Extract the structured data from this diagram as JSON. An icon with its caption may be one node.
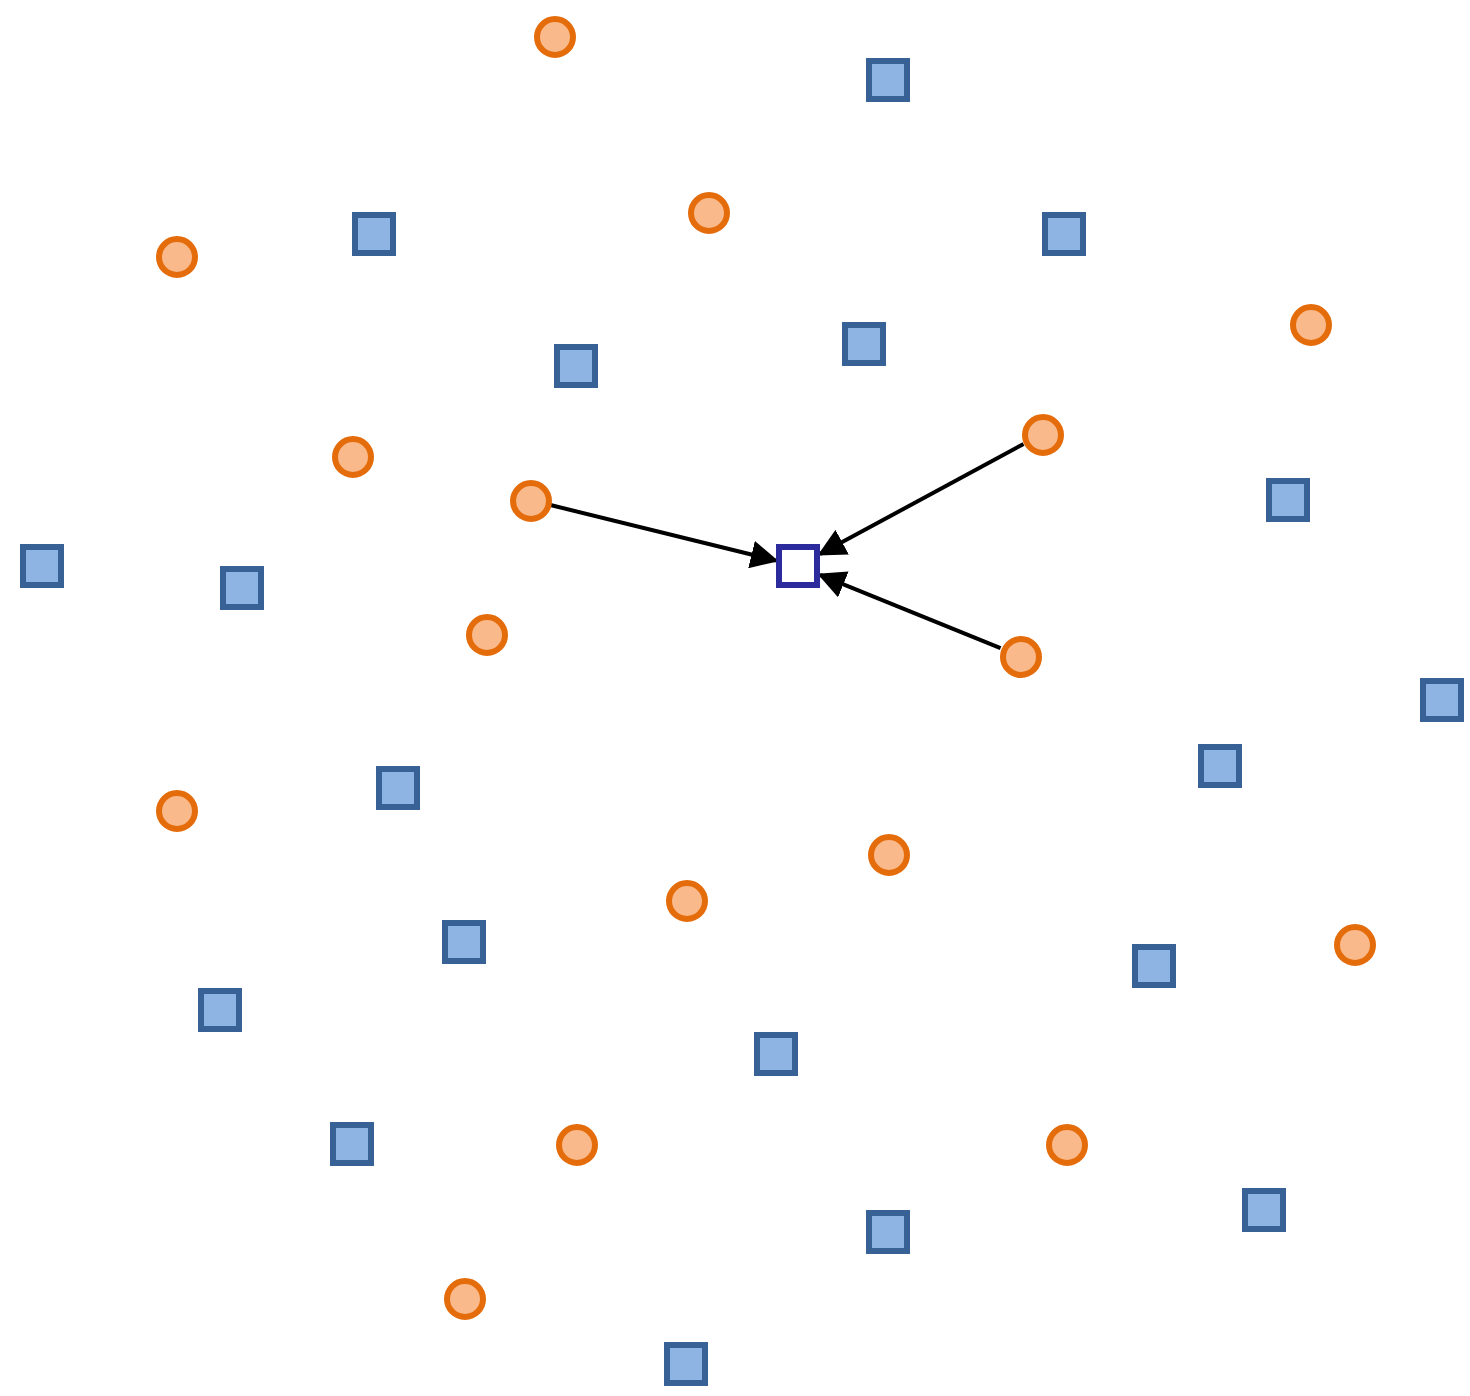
{
  "diagram": {
    "nodes": [
      {
        "text": [],
        "shape": "circle"
      },
      {
        "text": [],
        "shape": "box"
      },
      {
        "text": [],
        "shape": "circle"
      },
      {
        "text": [],
        "shape": "box"
      },
      {
        "text": [],
        "shape": "box"
      },
      {
        "text": [],
        "shape": "circle"
      },
      {
        "text": [],
        "shape": "circle"
      },
      {
        "text": [],
        "shape": "box"
      },
      {
        "text": [],
        "shape": "box"
      },
      {
        "text": [],
        "shape": "circle"
      },
      {
        "text": [],
        "shape": "circle"
      },
      {
        "text": [],
        "shape": "box"
      },
      {
        "text": [],
        "shape": "circle"
      },
      {
        "text": [],
        "shape": "box"
      },
      {
        "text": [],
        "shape": "box"
      },
      {
        "text": [],
        "shape": "box"
      },
      {
        "text": [],
        "shape": "circle"
      },
      {
        "text": [],
        "shape": "circle"
      },
      {
        "text": [],
        "shape": "box"
      },
      {
        "text": [],
        "shape": "box"
      },
      {
        "text": [],
        "shape": "box"
      },
      {
        "text": [],
        "shape": "circle"
      },
      {
        "text": [],
        "shape": "circle"
      },
      {
        "text": [],
        "shape": "circle"
      },
      {
        "text": [],
        "shape": "box"
      },
      {
        "text": [],
        "shape": "circle"
      },
      {
        "text": [],
        "shape": "box"
      },
      {
        "text": [],
        "shape": "box"
      },
      {
        "text": [],
        "shape": "box"
      },
      {
        "text": [],
        "shape": "box"
      },
      {
        "text": [],
        "shape": "circle"
      },
      {
        "text": [],
        "shape": "circle"
      },
      {
        "text": [],
        "shape": "box"
      },
      {
        "text": [],
        "shape": "box"
      },
      {
        "text": [],
        "shape": "circle"
      },
      {
        "text": [],
        "shape": "box"
      }
    ],
    "edges": [
      {
        "from": 12,
        "to": 14,
        "arrow": "to"
      },
      {
        "from": 9,
        "to": 14,
        "arrow": "to"
      },
      {
        "from": 17,
        "to": 14,
        "arrow": "to"
      }
    ]
  }
}
